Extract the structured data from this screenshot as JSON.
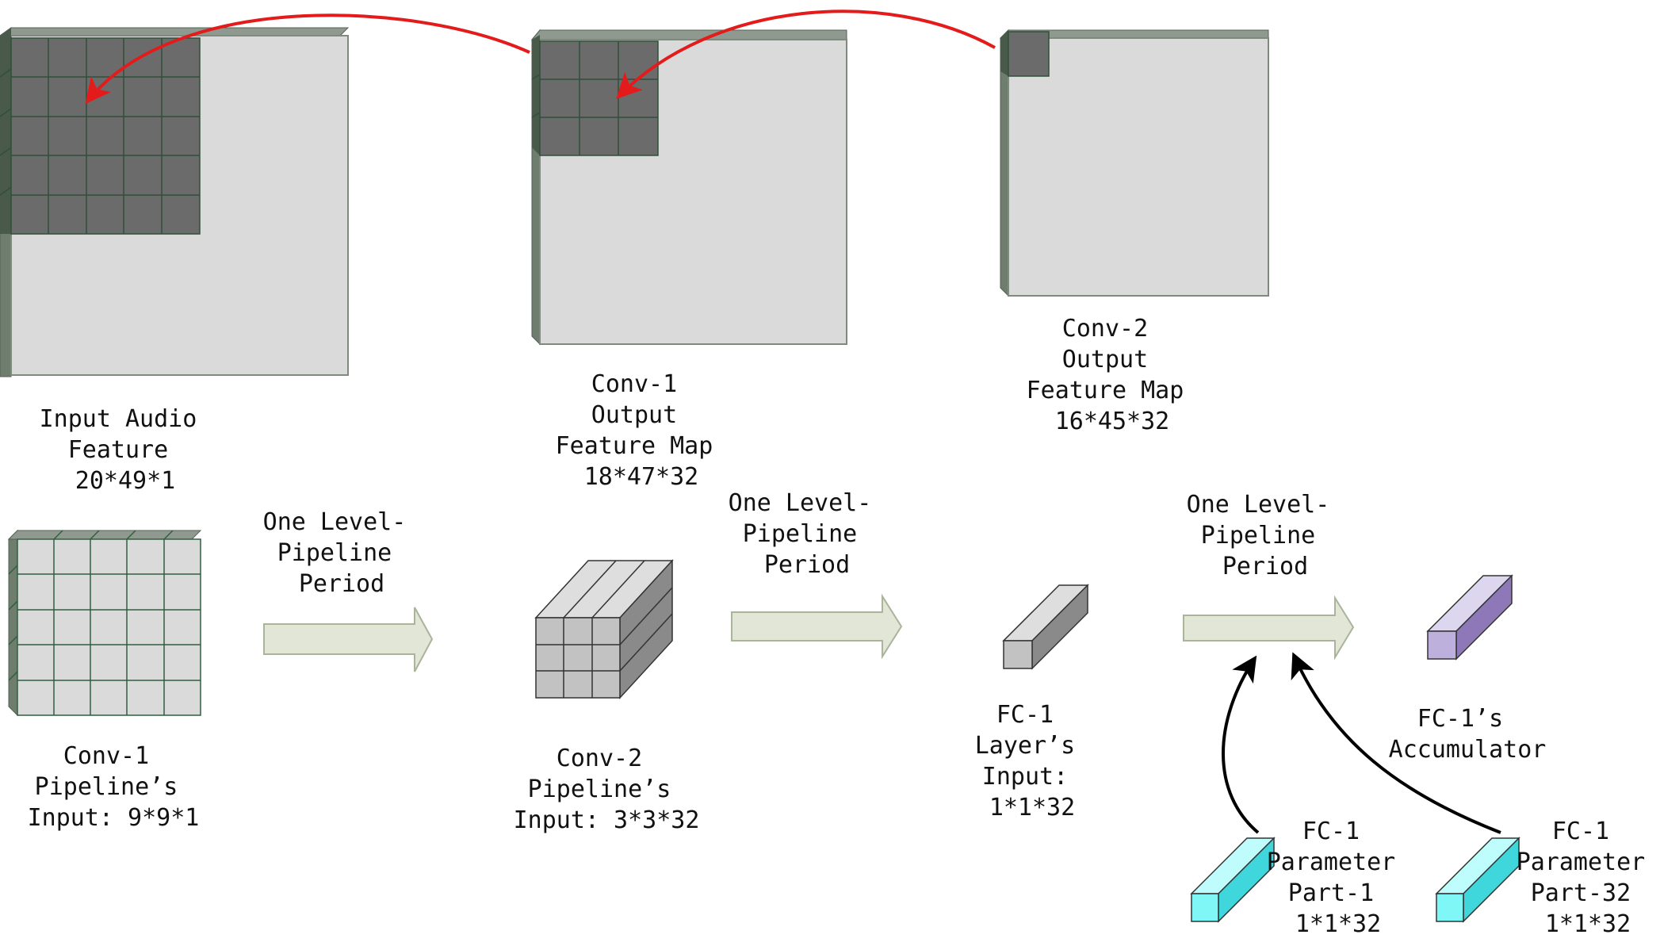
{
  "labels": {
    "input_feature": [
      "Input Audio",
      "Feature",
      "20*49*1"
    ],
    "conv1_output": [
      "Conv-1",
      "Output",
      "Feature Map",
      "18*47*32"
    ],
    "conv2_output": [
      "Conv-2",
      "Output",
      "Feature Map",
      "16*45*32"
    ],
    "conv1_pipeline": [
      "Conv-1",
      "Pipeline’s",
      "Input: 9*9*1"
    ],
    "conv2_pipeline": [
      "Conv-2",
      "Pipeline’s",
      "Input: 3*3*32"
    ],
    "fc1_input": [
      "FC-1",
      "Layer’s",
      "Input:",
      "1*1*32"
    ],
    "accumulator": [
      "FC-1’s",
      "Accumulator"
    ],
    "param_part1": [
      "FC-1",
      "Parameter",
      "Part-1",
      "1*1*32"
    ],
    "param_part32": [
      "FC-1",
      "Parameter",
      "Part-32",
      "1*1*32"
    ],
    "period_1": [
      "One Level-",
      "Pipeline",
      "Period"
    ],
    "period_2": [
      "One Level-",
      "Pipeline",
      "Period"
    ],
    "period_3": [
      "One Level-",
      "Pipeline",
      "Period"
    ]
  },
  "colors": {
    "feature_map_face": "#dadada",
    "feature_map_edge": "#7f8a7f",
    "window_dark": "#6b6b6b",
    "grid_line": "#2f5f3f",
    "red_arrow": "#e31b1b",
    "pipeline_arrow": "#e1e6d6",
    "pipeline_arrow_edge": "#a9b49a",
    "gray_cuboid": "#c8c8c8",
    "purple_cuboid": "#c7bfe0",
    "cyan_cuboid": "#7ff7f7"
  }
}
